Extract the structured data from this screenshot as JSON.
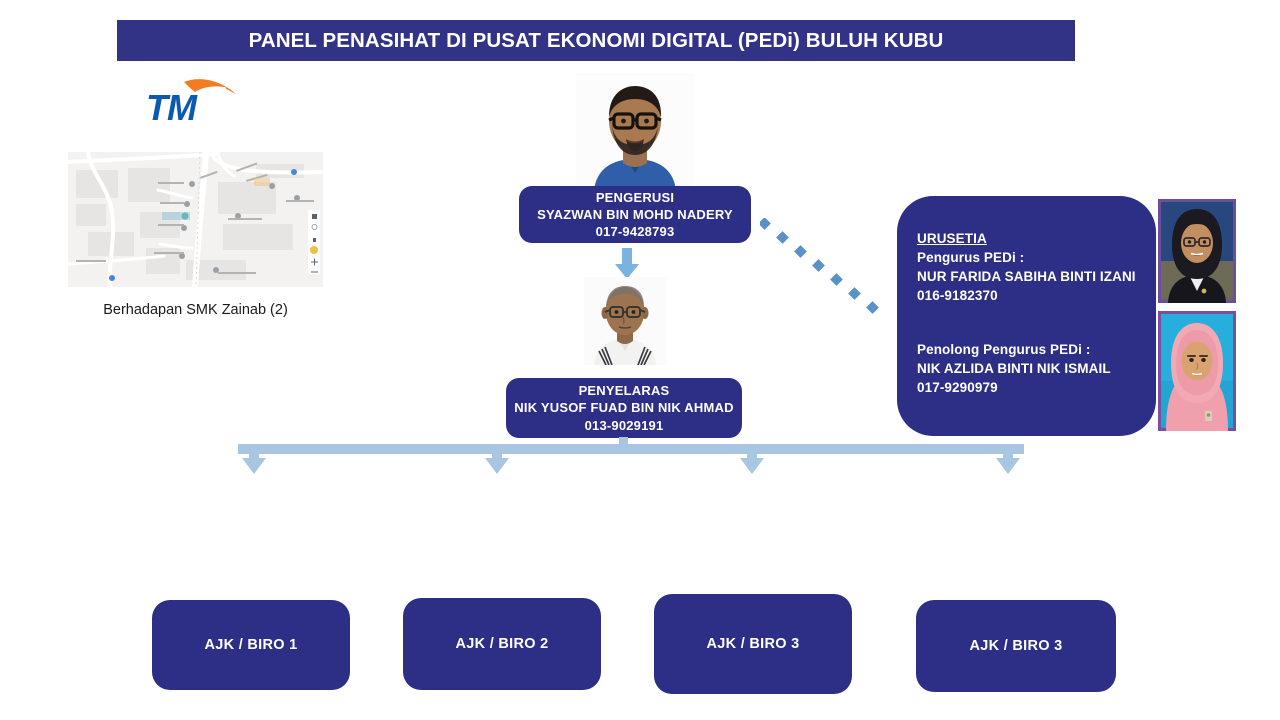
{
  "page": {
    "title": "PANEL PENASIHAT DI PUSAT EKONOMI DIGITAL  (PEDi) BULUH KUBU",
    "background": "#ffffff"
  },
  "colors": {
    "navy": "#2d2f87",
    "banner_navy": "#323286",
    "arrow_blue": "#a8c6e2",
    "dot_blue": "#5b91c9",
    "tm_blue": "#0a5ab4",
    "tm_orange": "#f47b20"
  },
  "branding": {
    "logo_name": "tm-logo",
    "logo_text": "TM"
  },
  "location": {
    "map_name": "location-map",
    "caption": "Berhadapan SMK Zainab (2)"
  },
  "chairman": {
    "photo_name": "chairman-photo",
    "role": "PENGERUSI",
    "name": "SYAZWAN BIN MOHD NADERY",
    "phone": "017-9428793"
  },
  "coordinator": {
    "photo_name": "coordinator-photo",
    "role": "PENYELARAS",
    "name": "NIK YUSOF FUAD BIN NIK AHMAD",
    "phone": "013-9029191"
  },
  "secretariat": {
    "heading": "URUSETIA",
    "manager": {
      "role": "Pengurus PEDi :",
      "name": "NUR FARIDA SABIHA BINTI IZANI",
      "phone": "016-9182370",
      "photo_name": "manager-photo"
    },
    "assistant": {
      "role": "Penolong Pengurus PEDi :",
      "name": "NIK AZLIDA BINTI NIK ISMAIL",
      "phone": "017-9290979",
      "photo_name": "assistant-manager-photo"
    }
  },
  "committees": [
    {
      "label": "AJK / BIRO 1"
    },
    {
      "label": "AJK / BIRO 2"
    },
    {
      "label": "AJK / BIRO 3"
    },
    {
      "label": "AJK / BIRO 3"
    }
  ]
}
